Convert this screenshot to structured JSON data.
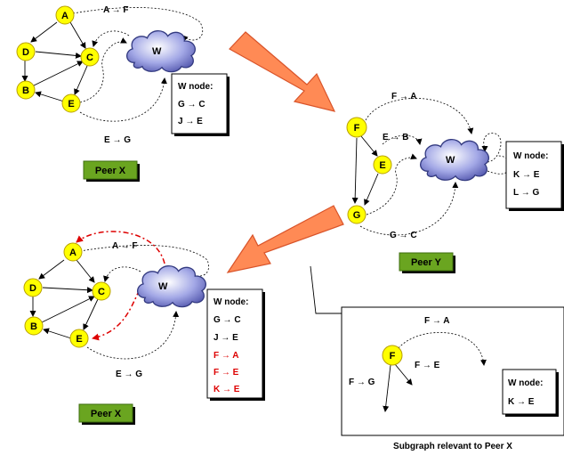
{
  "colors": {
    "node_fill": "#ffff00",
    "node_stroke": "#b8a000",
    "peer_box_fill": "#6aa520",
    "big_arrow_fill": "#ff8a55",
    "big_arrow_stroke": "#d9542a",
    "highlight_red": "#dd0000",
    "cloud_fill": "#6a6fc4"
  },
  "icons": {
    "cloud": "cloud-icon",
    "arrow": "block-arrow-icon"
  },
  "panel_top_left": {
    "nodes": [
      "A",
      "D",
      "C",
      "B",
      "E"
    ],
    "cloud_label": "W",
    "edge_labels": {
      "af": "A → F",
      "eg": "E → G"
    },
    "wnode": {
      "title": "W node:",
      "lines": [
        "G → C",
        "J → E"
      ]
    },
    "peer_label": "Peer X"
  },
  "panel_right": {
    "nodes": [
      "F",
      "E",
      "G"
    ],
    "cloud_label": "W",
    "edge_labels": {
      "fa": "F → A",
      "eb": "E → B",
      "gc": "G → C"
    },
    "wnode": {
      "title": "W node:",
      "lines": [
        "K → E",
        "L → G"
      ]
    },
    "peer_label": "Peer Y"
  },
  "panel_bottom_left": {
    "nodes": [
      "A",
      "D",
      "C",
      "B",
      "E"
    ],
    "cloud_label": "W",
    "edge_labels": {
      "af": "A → F",
      "eg": "E → G"
    },
    "wnode": {
      "title": "W node:",
      "lines_black": [
        "G → C",
        "J → E"
      ],
      "lines_red": [
        "F → A",
        "F → E",
        "K → E"
      ]
    },
    "peer_label": "Peer X"
  },
  "subgraph": {
    "node": "F",
    "edge_labels": {
      "fa": "F → A",
      "fe": "F → E",
      "fg": "F → G"
    },
    "wnode": {
      "title": "W node:",
      "lines": [
        "K → E"
      ]
    },
    "caption": "Subgraph relevant to Peer X"
  }
}
